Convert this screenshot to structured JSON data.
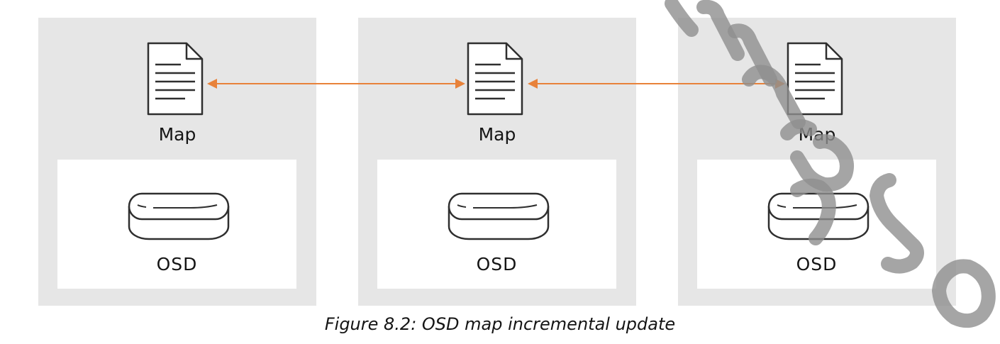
{
  "diagram": {
    "nodes": [
      {
        "map_label": "Map",
        "osd_label": "OSD"
      },
      {
        "map_label": "Map",
        "osd_label": "OSD"
      },
      {
        "map_label": "Map",
        "osd_label": "OSD"
      }
    ],
    "caption": "Figure 8.2: OSD map incremental update"
  },
  "colors": {
    "node_background": "#e6e6e6",
    "arrow": "#e8823a",
    "icon_stroke": "#2f2f2f",
    "watermark": "#8f8f8f"
  },
  "icons": {
    "map": "document-icon",
    "osd": "disk-icon"
  }
}
